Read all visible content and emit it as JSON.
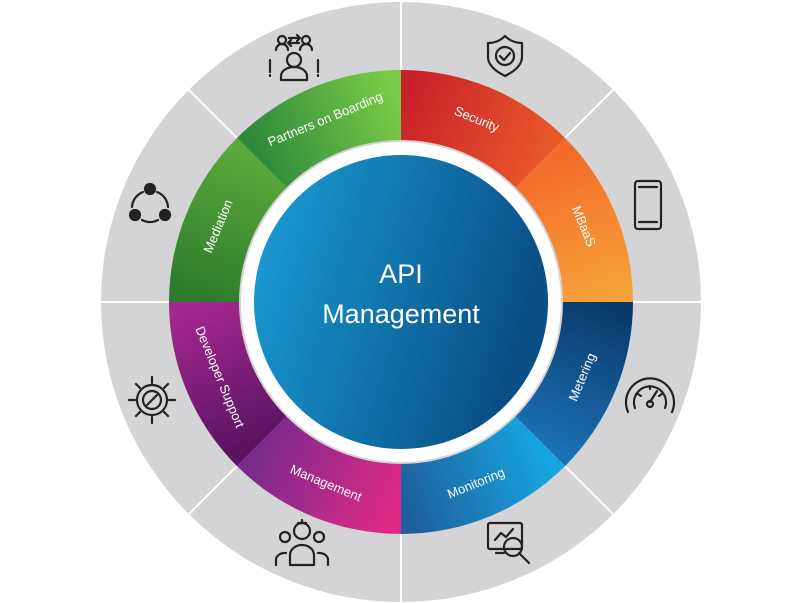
{
  "center": {
    "line1": "API",
    "line2": "Management"
  },
  "segments": [
    {
      "label": "Partners on Boarding",
      "colors": [
        "#2e8b3a",
        "#7ccb48"
      ],
      "icon": "partners-icon"
    },
    {
      "label": "Security",
      "colors": [
        "#c8202a",
        "#e8572a"
      ],
      "icon": "shield-check-icon"
    },
    {
      "label": "MBaaS",
      "colors": [
        "#f26b2a",
        "#f7a23a"
      ],
      "icon": "smartphone-icon"
    },
    {
      "label": "Metering",
      "colors": [
        "#0a3a6b",
        "#1b6fb3"
      ],
      "icon": "speedometer-icon"
    },
    {
      "label": "Monitoring",
      "colors": [
        "#17a6e0",
        "#1e5f9c"
      ],
      "icon": "monitoring-search-icon"
    },
    {
      "label": "Management",
      "colors": [
        "#e02a86",
        "#7a2a8c"
      ],
      "icon": "team-management-icon"
    },
    {
      "label": "Developer Support",
      "colors": [
        "#5a1460",
        "#a3288f"
      ],
      "icon": "gear-wrench-icon"
    },
    {
      "label": "Mediation",
      "colors": [
        "#2e7a2e",
        "#5aa83a"
      ],
      "icon": "share-nodes-icon"
    }
  ],
  "colors": {
    "outer_ring": "#d4d4d6",
    "center_dark": "#0a4f86",
    "center_light": "#1aa0d8",
    "icon_stroke": "#222222"
  }
}
